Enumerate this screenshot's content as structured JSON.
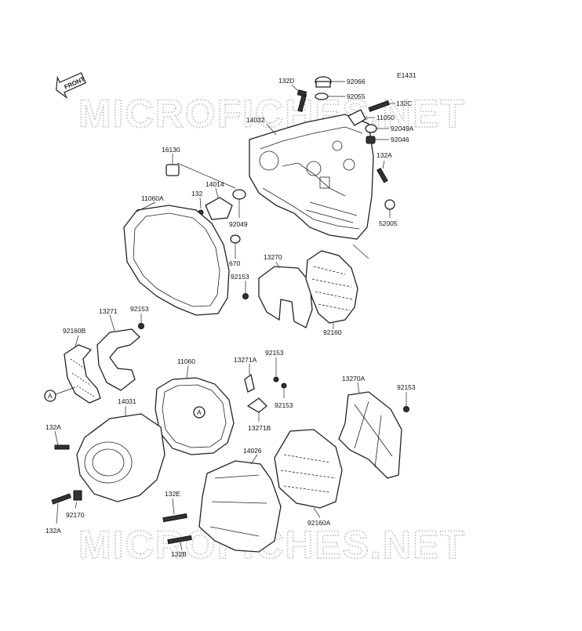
{
  "diagram": {
    "code": "E1431",
    "front_label": "FRONT",
    "watermark": "MICROFICHES.NET",
    "callout": "A",
    "parts": {
      "p132D": "132D",
      "p92066": "92066",
      "p92055": "92055",
      "p132C": "132C",
      "p11050": "11050",
      "p92049A": "92049A",
      "p92046": "92046",
      "p14032": "14032",
      "p132A_top": "132A",
      "p52005": "52005",
      "p16130": "16130",
      "p14014": "14014",
      "p132": "132",
      "p92049": "92049",
      "p11060A": "11060A",
      "p670": "670",
      "p13270": "13270",
      "p92153_a": "92153",
      "p92160": "92160",
      "p13271": "13271",
      "p92153_b": "92153",
      "p92160B": "92160B",
      "p11060": "11060",
      "p13271A": "13271A",
      "p92153_c": "92153",
      "p92153_d": "92153",
      "p13271B": "13271B",
      "p13270A": "13270A",
      "p92153_e": "92153",
      "p14031": "14031",
      "p132A_left": "132A",
      "p14026": "14026",
      "p132E": "132E",
      "p92170": "92170",
      "p132A_bottom": "132A",
      "p132B": "132B",
      "p92160A": "92160A"
    }
  }
}
